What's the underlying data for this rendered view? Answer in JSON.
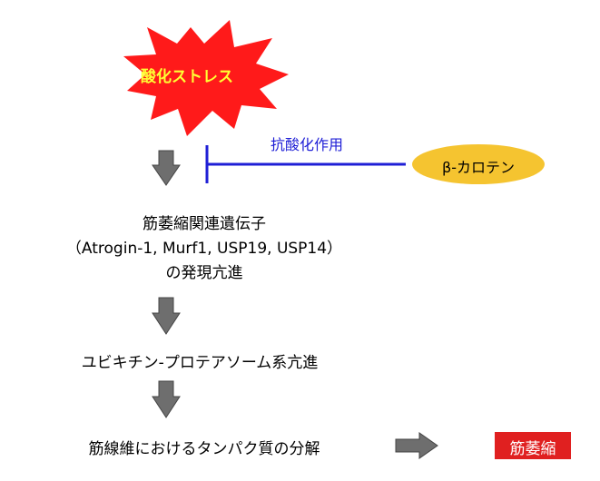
{
  "stress": {
    "label": "酸化ストレス"
  },
  "antioxidant": {
    "label": "抗酸化作用"
  },
  "carotene": {
    "label": "β-カロテン"
  },
  "genes": {
    "title": "筋萎縮関連遺伝子",
    "names": "（Atrogin-1, Murf1, USP19, USP14）",
    "expression": "の発現亢進"
  },
  "ubiquitin": {
    "label": "ユビキチン-プロテアソーム系亢進"
  },
  "degradation": {
    "label": "筋線維におけるタンパク質の分解"
  },
  "atrophy": {
    "label": "筋萎縮"
  },
  "colors": {
    "starburst": "#ff1a1a",
    "stress_text": "#ffff33",
    "inhibition_line": "#1f1fd6",
    "carotene_fill": "#f5c430",
    "arrow_fill": "#6e6e6e",
    "atrophy_box": "#e02020"
  }
}
